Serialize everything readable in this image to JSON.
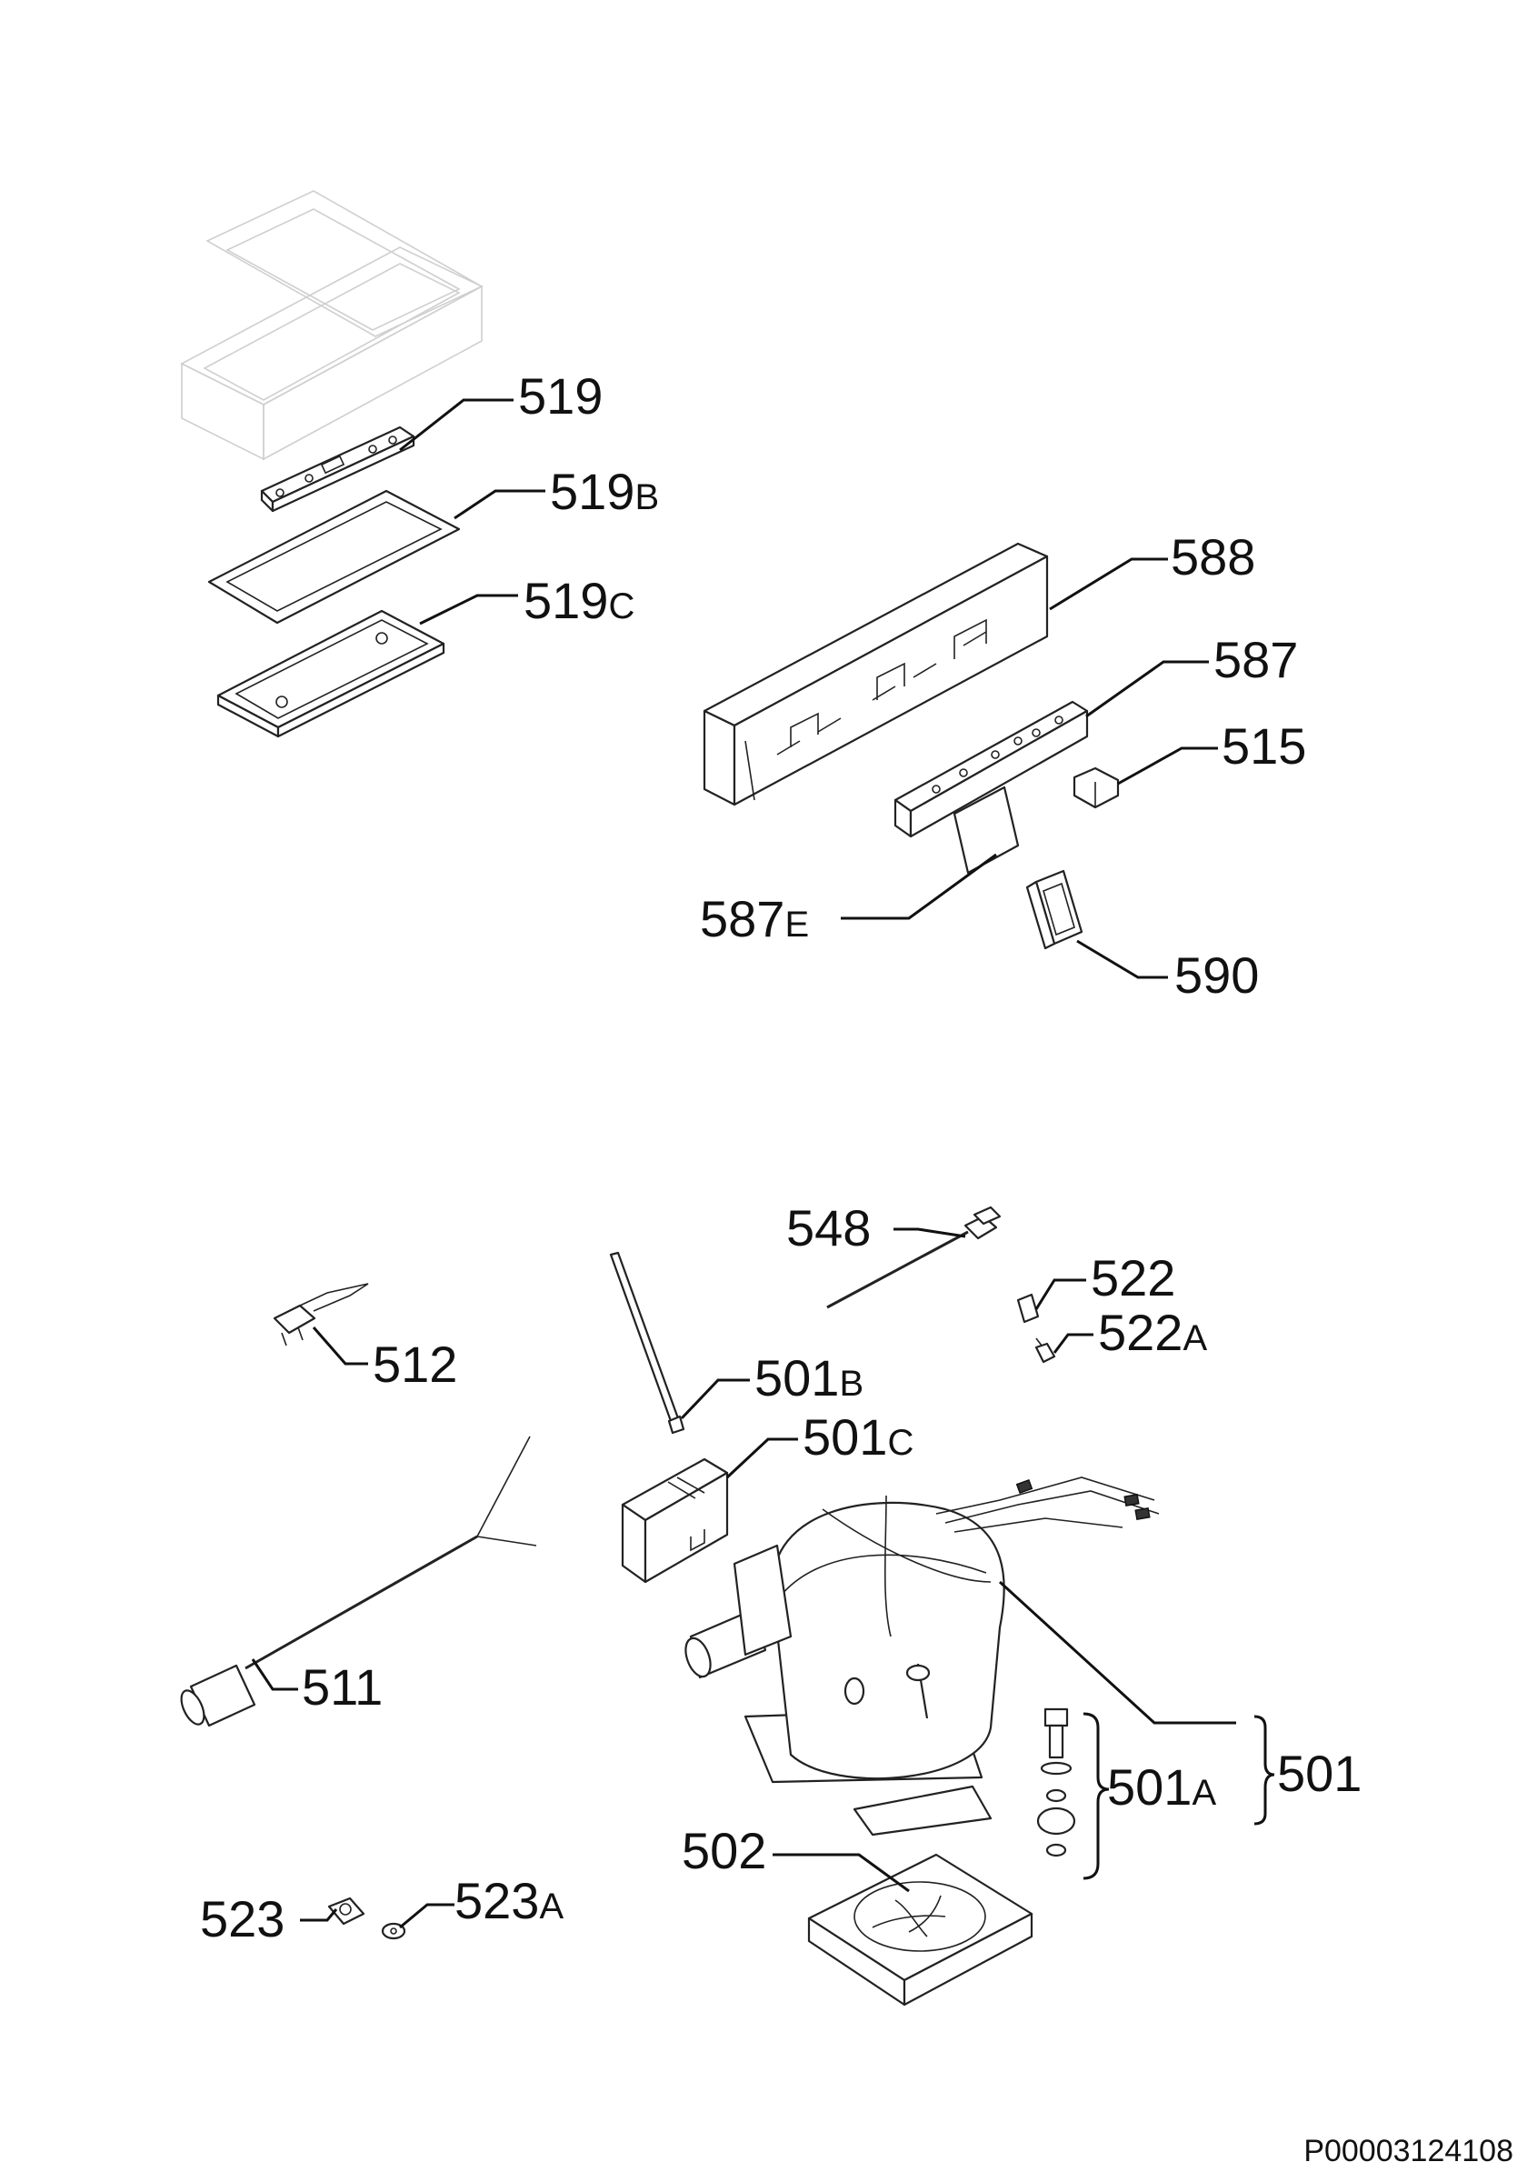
{
  "doc_id": "P00003124108",
  "parts": [
    {
      "key": "519",
      "label": "519"
    },
    {
      "key": "519b",
      "label": "519",
      "suffix": "B"
    },
    {
      "key": "519c",
      "label": "519",
      "suffix": "C"
    },
    {
      "key": "588",
      "label": "588"
    },
    {
      "key": "587",
      "label": "587"
    },
    {
      "key": "515",
      "label": "515"
    },
    {
      "key": "587e",
      "label": "587",
      "suffix": "E"
    },
    {
      "key": "590",
      "label": "590"
    },
    {
      "key": "548",
      "label": "548"
    },
    {
      "key": "522",
      "label": "522"
    },
    {
      "key": "522a",
      "label": "522",
      "suffix": "A"
    },
    {
      "key": "512",
      "label": "512"
    },
    {
      "key": "501b",
      "label": "501",
      "suffix": "B"
    },
    {
      "key": "501c",
      "label": "501",
      "suffix": "C"
    },
    {
      "key": "511",
      "label": "511"
    },
    {
      "key": "501a",
      "label": "501",
      "suffix": "A"
    },
    {
      "key": "501",
      "label": "501"
    },
    {
      "key": "502",
      "label": "502"
    },
    {
      "key": "523",
      "label": "523"
    },
    {
      "key": "523a",
      "label": "523",
      "suffix": "A"
    }
  ]
}
